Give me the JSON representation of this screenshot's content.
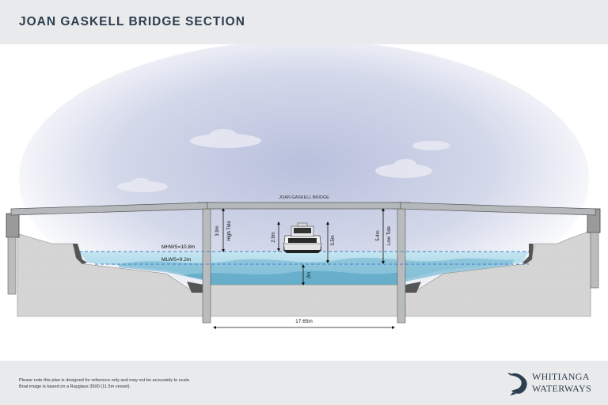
{
  "header": {
    "title": "JOAN GASKELL BRIDGE SECTION"
  },
  "diagram": {
    "bridge_label": "JOAN GASKELL BRIDGE",
    "water_levels": {
      "mhws": "MHWS=10.8m",
      "mlws": "MLWS=9.2m"
    },
    "dimensions": {
      "high_tide_clearance": "3.9m",
      "high_tide_label": "High Tide",
      "boat_height": "2.9m",
      "boat_to_low": "3.5m",
      "low_tide_clearance": "5.4m",
      "low_tide_label": "Low Tide",
      "depth": "2m",
      "span": "17.65m"
    },
    "colors": {
      "water_dark": "#5aa6c4",
      "water_light": "#b9e0ee",
      "ground": "#d4d4d4",
      "deck": "#b5b8bb",
      "sky": "#c5cbe2"
    }
  },
  "footer": {
    "note_line1": "Please note this plan is designed for reference only and may not be accurately to scale.",
    "note_line2": "Boat image is based on a Rayglass 3500 (11.5m vessel).",
    "logo_line1": "WHITIANGA",
    "logo_line2": "WATERWAYS"
  }
}
